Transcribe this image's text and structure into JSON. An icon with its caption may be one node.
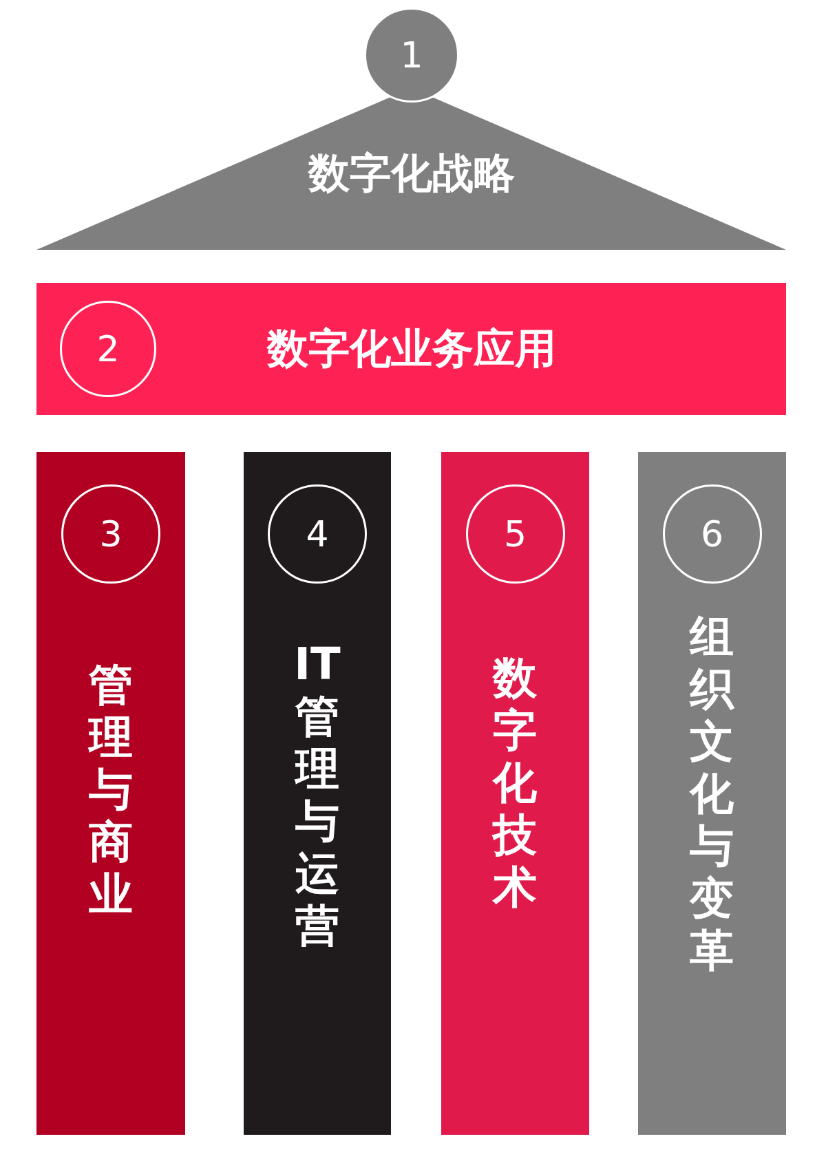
{
  "diagram": {
    "nodes": [
      {
        "text": [
          "数字化战略"
        ]
      },
      {
        "text": [
          "1"
        ]
      },
      {
        "text": [
          "数字化业务应用"
        ]
      },
      {
        "text": [
          "2"
        ],
        "in": 2
      },
      {
        "text": [
          "管理与商业"
        ]
      },
      {
        "text": [
          "3"
        ],
        "in": 4
      },
      {
        "text": [
          "IT管理与运营"
        ]
      },
      {
        "text": [
          "4"
        ],
        "in": 6
      },
      {
        "text": [
          "数字化技术"
        ]
      },
      {
        "text": [
          "5"
        ],
        "in": 8
      },
      {
        "text": [
          "组织文化与变革"
        ]
      },
      {
        "text": [
          "6"
        ],
        "in": 10
      }
    ]
  }
}
